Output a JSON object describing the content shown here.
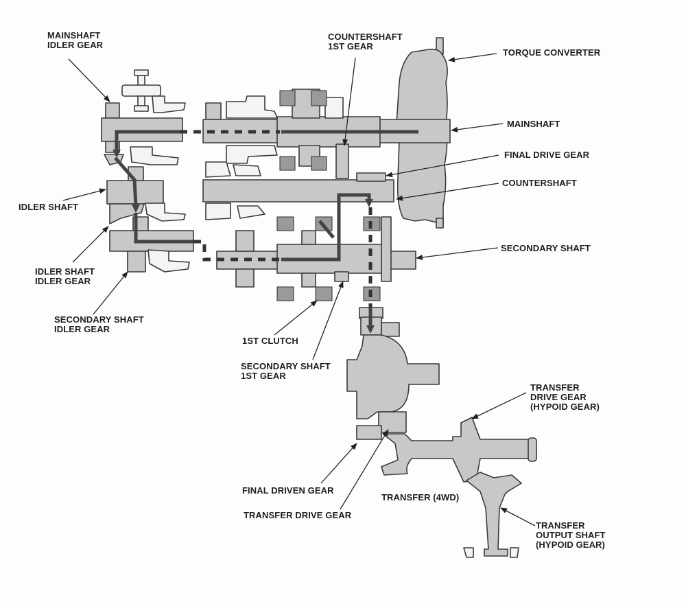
{
  "diagram": {
    "title": "Transmission power flow - 1st gear (4WD)",
    "labels": {
      "mainshaft_idler_gear": [
        "MAINSHAFT",
        "IDLER GEAR"
      ],
      "countershaft_1st_gear": [
        "COUNTERSHAFT",
        "1ST GEAR"
      ],
      "torque_converter": [
        "TORQUE CONVERTER"
      ],
      "mainshaft": [
        "MAINSHAFT"
      ],
      "final_drive_gear": [
        "FINAL DRIVE GEAR"
      ],
      "countershaft": [
        "COUNTERSHAFT"
      ],
      "idler_shaft": [
        "IDLER SHAFT"
      ],
      "secondary_shaft": [
        "SECONDARY SHAFT"
      ],
      "idler_shaft_idler_gear": [
        "IDLER SHAFT",
        "IDLER GEAR"
      ],
      "secondary_shaft_idler_gear": [
        "SECONDARY SHAFT",
        "IDLER GEAR"
      ],
      "first_clutch": [
        "1ST CLUTCH"
      ],
      "secondary_shaft_1st_gear": [
        "SECONDARY SHAFT",
        "1ST GEAR"
      ],
      "transfer_drive_gear_hypoid": [
        "TRANSFER",
        "DRIVE GEAR",
        "(HYPOID GEAR)"
      ],
      "final_driven_gear": [
        "FINAL DRIVEN GEAR"
      ],
      "transfer_4wd": [
        "TRANSFER (4WD)"
      ],
      "transfer_drive_gear": [
        "TRANSFER DRIVE GEAR"
      ],
      "transfer_output_shaft": [
        "TRANSFER",
        "OUTPUT SHAFT",
        "(HYPOID GEAR)"
      ]
    },
    "colors": {
      "part_fill": "#c8c8c8",
      "outline": "#3a3a3a",
      "power_flow": "#444444",
      "background": "#fdfdfd"
    }
  }
}
